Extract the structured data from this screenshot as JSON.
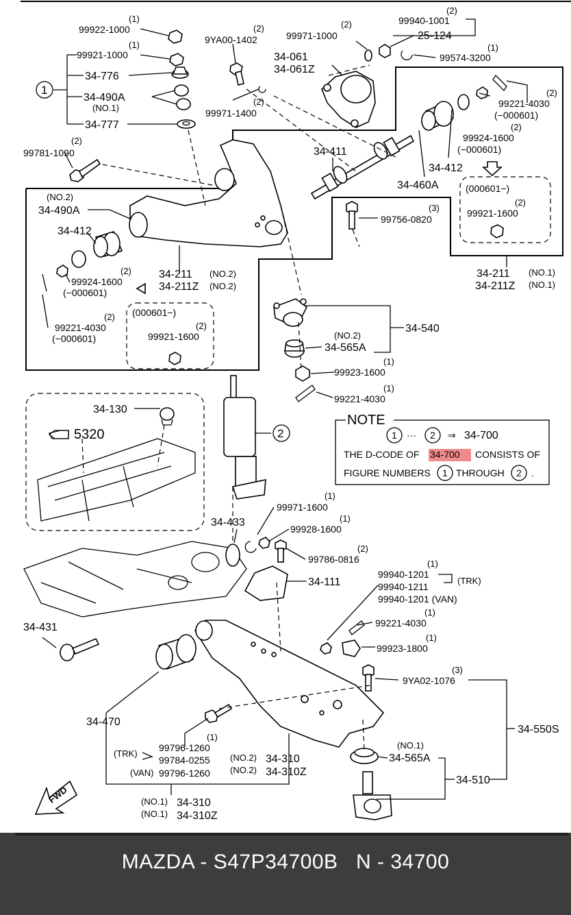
{
  "labels": {
    "p99922_1000": "99922-1000",
    "q99922_1000": "(1)",
    "p99921_1000": "99921-1000",
    "q99921_1000": "(1)",
    "p34_776": "34-776",
    "p34_490A_top": "34-490A",
    "no1_490A": "(NO.1)",
    "p34_777": "34-777",
    "c1": "1",
    "p99781_1090": "99781-1090",
    "q99781_1090": "(2)",
    "p9YA00_1402": "9YA00-1402",
    "q9YA00_1402": "(2)",
    "p99971_1400": "99971-1400",
    "q99971_1400": "(2)",
    "p99971_1000": "99971-1000",
    "q99971_1000": "(2)",
    "p34_061": "34-061",
    "p34_061Z": "34-061Z",
    "p99940_1001": "99940-1001",
    "q99940_1001": "(2)",
    "p25_124": "25-124",
    "p99574_3200": "99574-3200",
    "q99574_3200": "(1)",
    "p99221_4030_r": "99221-4030",
    "q99221_4030_r": "(2)",
    "s99221_4030_r": "(−000601)",
    "p99924_1600_r": "99924-1600",
    "q99924_1600_r": "(2)",
    "s99924_1600_r": "(−000601)",
    "p34_411": "34-411",
    "p34_412_r": "34-412",
    "p34_460A": "34-460A",
    "s000601_r": "(000601−)",
    "p99921_1600_r": "99921-1600",
    "q99921_1600_r": "(2)",
    "p34_211_no1": "34-211",
    "n34_211_no1": "(NO.1)",
    "p34_211Z_no1": "34-211Z",
    "n34_211Z_no1": "(NO.1)",
    "p99756_0820": "99756-0820",
    "q99756_0820": "(3)",
    "no2_490A": "(NO.2)",
    "p34_490A_l": "34-490A",
    "p34_412_l": "34-412",
    "p99924_1600_l": "99924-1600",
    "q99924_1600_l": "(2)",
    "s99924_1600_l": "(−000601)",
    "p99221_4030_l": "99221-4030",
    "q99221_4030_l": "(2)",
    "s99221_4030_l": "(−000601)",
    "s000601_l": "(000601−)",
    "p99921_1600_l": "99921-1600",
    "q99921_1600_l": "(2)",
    "p34_211_no2": "34-211",
    "n34_211_no2": "(NO.2)",
    "p34_211Z_no2": "34-211Z",
    "n34_211Z_no2": "(NO.2)",
    "p34_540": "34-540",
    "no2_565A": "(NO.2)",
    "p34_565A_t": "34-565A",
    "p99923_1600": "99923-1600",
    "q99923_1600": "(1)",
    "p99221_4030_m": "99221-4030",
    "q99221_4030_m": "(1)",
    "p34_130": "34-130",
    "ref5320": "5320",
    "c2": "2",
    "note_title": "NOTE",
    "note_c1": "1",
    "note_dots": "···",
    "note_c2": "2",
    "note_arrow": "⇒",
    "note_code": "34-700",
    "note_line2a": "THE D-CODE OF",
    "note_hl": "34-700",
    "note_line2b": "CONSISTS OF",
    "note_line3a": "FIGURE NUMBERS",
    "note_c1b": "1",
    "note_line3b": "THROUGH",
    "note_c2b": "2",
    "note_dot": ".",
    "p99971_1600": "99971-1600",
    "q99971_1600": "(1)",
    "p34_433": "34-433",
    "p99928_1600": "99928-1600",
    "q99928_1600": "(1)",
    "p99786_0816": "99786-0816",
    "q99786_0816": "(2)",
    "p34_111": "34-111",
    "p99940_1201": "99940-1201",
    "q99940_1201": "(1)",
    "p99940_1211": "99940-1211",
    "trk1": "(TRK)",
    "p99940_1201_van": "99940-1201 (VAN)",
    "p34_431": "34-431",
    "p99221_4030_b": "99221-4030",
    "q99221_4030_b": "(1)",
    "p99923_1800": "99923-1800",
    "q99923_1800": "(1)",
    "p9YA02_1076": "9YA02-1076",
    "q9YA02_1076": "(3)",
    "p34_470": "34-470",
    "p34_550S": "34-550S",
    "p99796_1260": "99796-1260",
    "q99796_1260": "(1)",
    "trk2": "(TRK)",
    "p99784_0255": "99784-0255",
    "van2": "(VAN)",
    "p99796_1260_van": "99796-1260",
    "no2_310": "(NO.2)",
    "p34_310_no2": "34-310",
    "no2_310Z": "(NO.2)",
    "p34_310Z_no2": "34-310Z",
    "no1_565A": "(NO.1)",
    "p34_565A_b": "34-565A",
    "p34_510": "34-510",
    "no1_310": "(NO.1)",
    "p34_310_no1": "34-310",
    "no1_310Z": "(NO.1)",
    "p34_310Z_no1": "34-310Z",
    "fwd": "FWD"
  },
  "footer": {
    "title": "MAZDA - S47P34700B   N - 34700"
  },
  "colors": {
    "highlight": "#f08a8a",
    "footer_bg": "#3d3d3d"
  }
}
